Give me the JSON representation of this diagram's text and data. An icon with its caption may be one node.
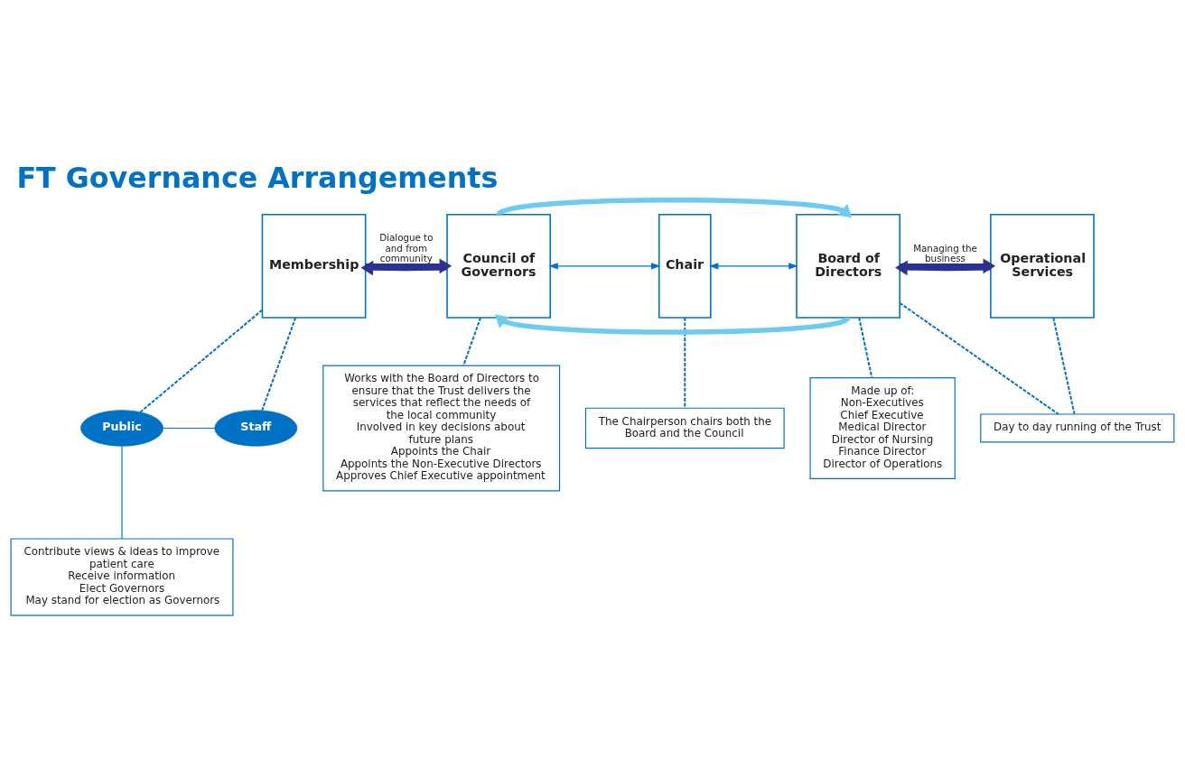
{
  "diagram": {
    "title": "FT Governance Arrangements",
    "nodes": [
      {
        "text": [
          "Membership"
        ]
      },
      {
        "text": [
          "Council of Governors"
        ]
      },
      {
        "text": [
          "Chair"
        ]
      },
      {
        "text": [
          "Board of Directors"
        ]
      },
      {
        "text": [
          "Operational Services"
        ]
      },
      {
        "text": [
          "Public"
        ]
      },
      {
        "text": [
          "Staff"
        ]
      },
      {
        "text": [
          "Contribute views & ideas to improve patient care",
          "Receive information",
          "Elect Governors",
          "May stand for election as Governors"
        ]
      },
      {
        "text": [
          "Works with the Board of Directors to ensure that the Trust delivers the services that reflect the needs of the local community",
          "Involved in key decisions about future plans",
          "Appoints the Chair",
          "Appoints the Non-Executive Directors",
          "Approves Chief Executive appointment"
        ]
      },
      {
        "text": [
          "The Chairperson chairs both the Board and the Council"
        ]
      },
      {
        "text": [
          "Made up of:",
          "Non-Executives",
          "Chief Executive",
          "Medical Director",
          "Director of Nursing",
          "Finance Director",
          "Director of Operations"
        ]
      },
      {
        "text": [
          "Day to day running of the Trust"
        ]
      }
    ],
    "edges": [
      {
        "from": 0,
        "to": 1,
        "arrow": "to",
        "label": "Dialogue to and from community",
        "style": "thick",
        "color": "#2e3192"
      },
      {
        "from": 1,
        "to": 0,
        "arrow": "to",
        "style": "thick",
        "color": "#2e3192"
      },
      {
        "from": 1,
        "to": 2,
        "arrow": "both"
      },
      {
        "from": 2,
        "to": 3,
        "arrow": "both"
      },
      {
        "from": 3,
        "to": 4,
        "arrow": "to",
        "label": "Managing the business",
        "style": "thick",
        "color": "#2e3192"
      },
      {
        "from": 4,
        "to": 3,
        "arrow": "to",
        "style": "thick",
        "color": "#2e3192"
      },
      {
        "from": 1,
        "to": 3,
        "arrow": "to",
        "style": "thick",
        "color": "#6ccbef"
      },
      {
        "from": 3,
        "to": 1,
        "arrow": "to",
        "style": "thick",
        "color": "#6ccbef"
      },
      {
        "from": 0,
        "to": 5,
        "arrow": "none",
        "style": "dashed"
      },
      {
        "from": 0,
        "to": 6,
        "arrow": "none",
        "style": "dashed"
      },
      {
        "from": 5,
        "to": 6,
        "arrow": "none"
      },
      {
        "from": 5,
        "to": 7,
        "arrow": "none"
      },
      {
        "from": 1,
        "to": 8,
        "arrow": "none",
        "style": "dashed"
      },
      {
        "from": 2,
        "to": 9,
        "arrow": "none",
        "style": "dashed"
      },
      {
        "from": 3,
        "to": 10,
        "arrow": "none",
        "style": "dashed"
      },
      {
        "from": 3,
        "to": 11,
        "arrow": "none",
        "style": "dashed"
      },
      {
        "from": 4,
        "to": 11,
        "arrow": "none",
        "style": "dashed"
      }
    ]
  }
}
